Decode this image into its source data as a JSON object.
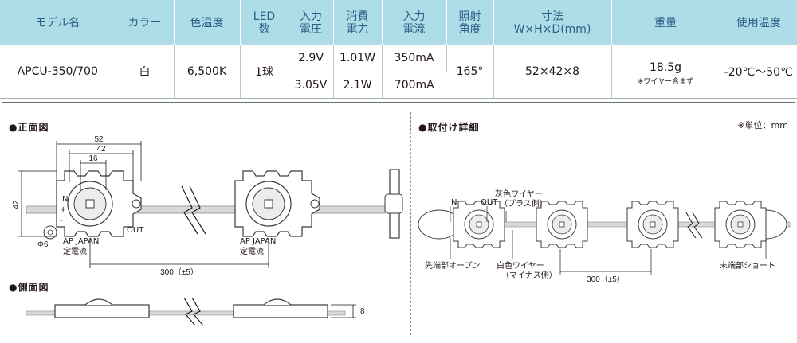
{
  "table": {
    "headers": {
      "model": "モデル名",
      "color": "カラー",
      "color_temp": "色温度",
      "led_count": [
        "LED",
        "数"
      ],
      "input_voltage": [
        "入力",
        "電圧"
      ],
      "power": [
        "消費",
        "電力"
      ],
      "input_current": [
        "入力",
        "電流"
      ],
      "beam_angle": [
        "照射",
        "角度"
      ],
      "dimensions": [
        "寸法",
        "W×H×D(mm)"
      ],
      "weight": "重量",
      "operating_temp": "使用温度"
    },
    "row": {
      "model": "APCU-350/700",
      "color": "白",
      "color_temp": "6,500K",
      "led_count": "1球",
      "beam_angle": "165°",
      "dimensions": "52×42×8",
      "weight": "18.5g",
      "weight_note": "※ワイヤー含まず",
      "operating_temp": "-20℃～50℃",
      "variants": [
        {
          "voltage": "2.9V",
          "power": "1.01W",
          "current": "350mA"
        },
        {
          "voltage": "3.05V",
          "power": "2.1W",
          "current": "700mA"
        }
      ]
    }
  },
  "drawing": {
    "front_view_title": "●正面図",
    "side_view_title": "●側面図",
    "mount_title": "●取付け詳細",
    "unit_note": "※単位：mm",
    "front": {
      "dim_width": "52",
      "dim_inner": "42",
      "dim_hole": "16",
      "dim_height": "42",
      "dim_phi": "Φ6",
      "dim_pitch": "300（±5）",
      "label_in": "IN",
      "label_out": "OUT",
      "plus": "+",
      "minus": "-",
      "brand": "AP JAPAN",
      "constant_current": "定電流"
    },
    "side": {
      "dim_depth": "8"
    },
    "mount": {
      "label_in": "IN",
      "label_out": "OUT",
      "gray_wire": "灰色ワイヤー",
      "gray_wire_sub": "（プラス側）",
      "white_wire": "白色ワイヤー",
      "white_wire_sub": "（マイナス側）",
      "open_end": "先端部オープン",
      "short_end": "末端部ショート",
      "dim_pitch": "300（±5）"
    }
  }
}
